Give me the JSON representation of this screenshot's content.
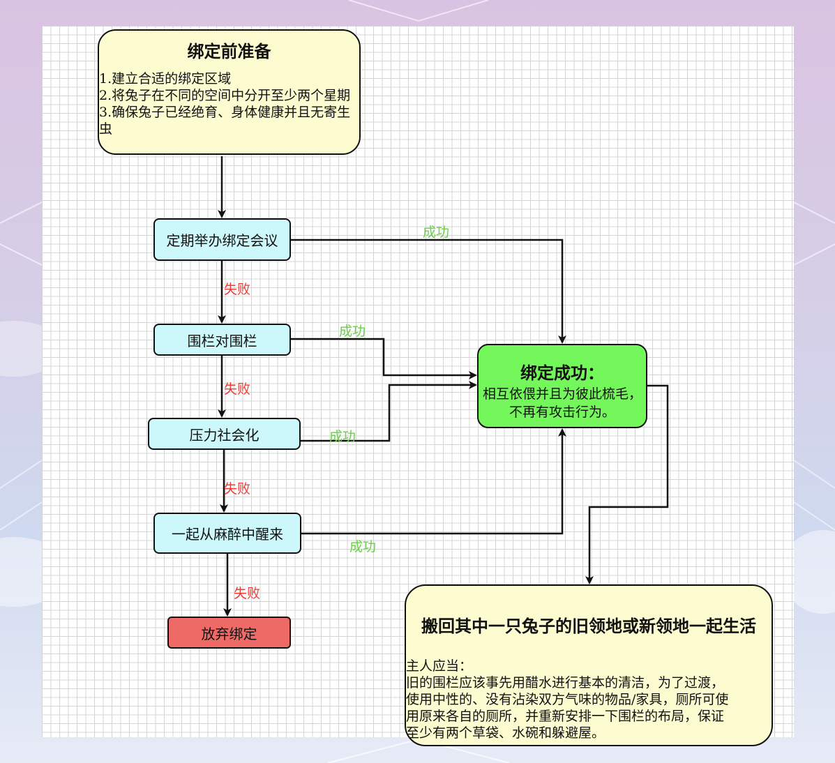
{
  "prep": {
    "title": "绑定前准备",
    "items": [
      "1.建立合适的绑定区域",
      "2.将兔子在不同的空间中分开至少两个星期",
      "3.确保兔子已经绝育、身体健康并且无寄生虫"
    ]
  },
  "steps": [
    "定期举办绑定会议",
    "围栏对围栏",
    "压力社会化",
    "一起从麻醉中醒来"
  ],
  "success": {
    "title": "绑定成功：",
    "desc": "相互依偎并且为彼此梳毛，不再有攻击行为。"
  },
  "abandon": "放弃绑定",
  "move": {
    "title": "搬回其中一只兔子的旧领地或新领地一起生活",
    "desc_lines": [
      "主人应当：",
      "旧的围栏应该事先用醋水进行基本的清洁，为了过渡，",
      "使用中性的、没有沾染双方气味的物品/家具，厕所可使",
      "用原来各自的厕所，并重新安排一下围栏的布局，保证",
      "至少有两个草袋、水碗和躲避屋。"
    ]
  },
  "labels": {
    "success": "成功",
    "fail": "失败"
  },
  "colors": {
    "step_fill": "#ccf7fb",
    "prep_fill": "#fdfcd0",
    "success_fill": "#73f75a",
    "abandon_fill": "#ee6a67",
    "success_label": "#6bcf4a",
    "fail_label": "#ee3b35"
  }
}
